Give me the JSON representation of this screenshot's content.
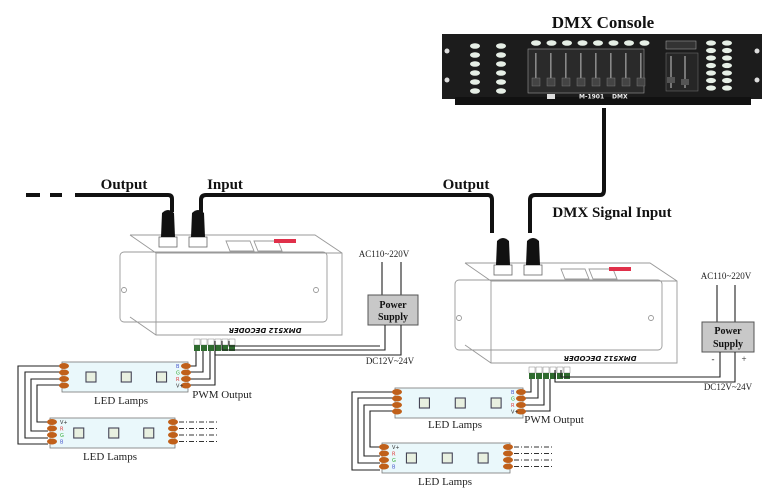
{
  "title": "DMX512 Decoder Wiring Diagram",
  "console": {
    "label": "DMX Console",
    "model": "M-1901",
    "brand_text": "DMX"
  },
  "cables": {
    "output_left": "Output",
    "input_left": "Input",
    "output_right": "Output",
    "signal_input": "DMX Signal Input"
  },
  "decoders": [
    {
      "label": "DMX512 DECODER"
    },
    {
      "label": "DMX512 DECODER"
    }
  ],
  "power_supplies": [
    {
      "line1": "Power",
      "line2": "Supply",
      "ac_label": "AC110~220V",
      "dc_label": "DC12V~24V"
    },
    {
      "line1": "Power",
      "line2": "Supply",
      "ac_label": "AC110~220V",
      "dc_label": "DC12V~24V",
      "minus": "-",
      "plus": "+"
    }
  ],
  "pwm_output_label": "PWM Output",
  "led_lamps_label": "LED Lamps",
  "strip_pins": [
    "B",
    "G",
    "R",
    "V+"
  ],
  "colors": {
    "cable": "#111111",
    "console_body": "#1c1c1c",
    "psu_fill": "#c8c8c8",
    "strip_fill": "#eaf8fb",
    "pad": "#c0601a",
    "terminal": "#2f6b2f",
    "decoder_red": "#e0304a"
  }
}
